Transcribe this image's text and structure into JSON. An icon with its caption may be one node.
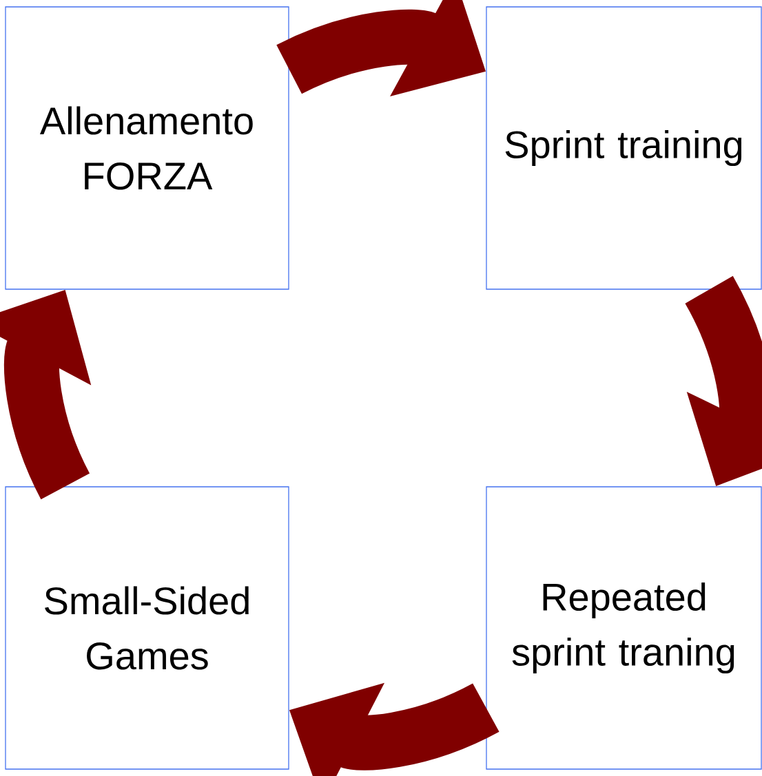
{
  "diagram": {
    "nodes": [
      {
        "text": [
          "Allenamento FORZA"
        ]
      },
      {
        "text": [
          "Sprint training"
        ]
      },
      {
        "text": [
          "Repeated sprint traning"
        ]
      },
      {
        "text": [
          "Small-Sided Games"
        ]
      }
    ],
    "edges": [
      {
        "from": 0,
        "to": 1,
        "arrow": "to"
      },
      {
        "from": 1,
        "to": 2,
        "arrow": "to"
      },
      {
        "from": 2,
        "to": 3,
        "arrow": "to"
      },
      {
        "from": 3,
        "to": 0,
        "arrow": "to"
      }
    ]
  }
}
